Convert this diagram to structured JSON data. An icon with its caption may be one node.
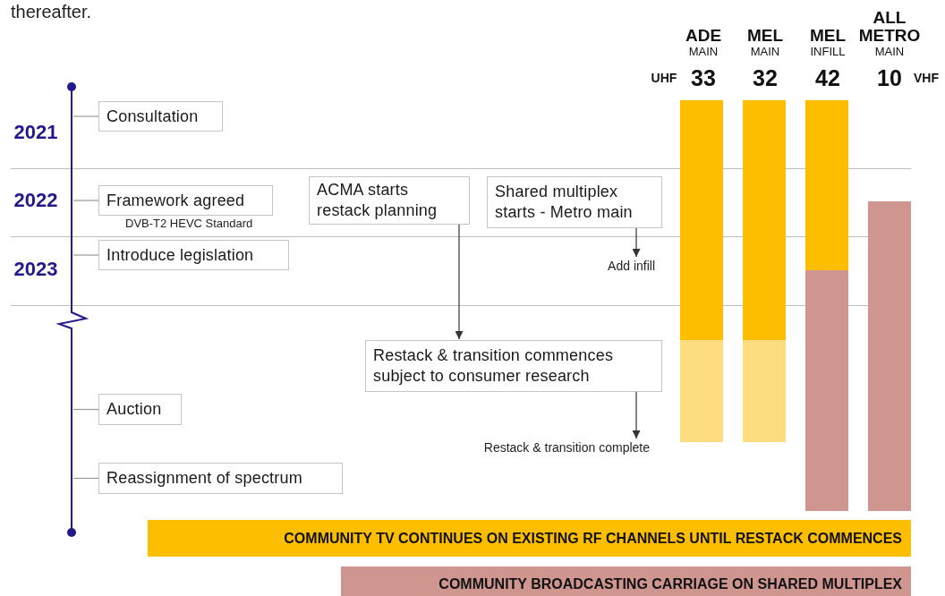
{
  "diagram": {
    "nodes": [
      {
        "text": [
          "Consultation"
        ]
      },
      {
        "text": [
          "Framework agreed"
        ],
        "beside": [
          "DVB-T2 HEVC Standard"
        ]
      },
      {
        "text": [
          "Introduce legislation"
        ]
      },
      {
        "text": [
          "Auction"
        ]
      },
      {
        "text": [
          "Reassignment of spectrum"
        ]
      },
      {
        "text": [
          "ACMA starts restack planning"
        ]
      },
      {
        "text": [
          "Shared multiplex starts - Metro main"
        ]
      },
      {
        "text": [
          "Restack & transition commences subject to consumer research"
        ]
      },
      {
        "text": [
          "Add infill"
        ]
      },
      {
        "text": [
          "Restack & transition complete"
        ]
      },
      {
        "text": [
          "COMMUNITY TV CONTINUES ON EXISTING RF CHANNELS UNTIL RESTACK COMMENCES"
        ]
      },
      {
        "text": [
          "COMMUNITY BROADCASTING CARRIAGE ON SHARED MULTIPLEX"
        ]
      },
      {
        "text": [],
        "shape": "bar"
      }
    ],
    "edges": [
      {
        "from": 12,
        "to": 0,
        "arrow": "none"
      },
      {
        "from": 12,
        "to": 1,
        "arrow": "none"
      },
      {
        "from": 12,
        "to": 2,
        "arrow": "none"
      },
      {
        "from": 12,
        "to": 3,
        "arrow": "none"
      },
      {
        "from": 12,
        "to": 4,
        "arrow": "none"
      },
      {
        "from": 5,
        "to": 7,
        "arrow": "to",
        "color": "#333333"
      },
      {
        "from": 6,
        "to": 8,
        "arrow": "to",
        "color": "#333333"
      },
      {
        "from": 7,
        "to": 9,
        "arrow": "to",
        "color": "#333333"
      }
    ],
    "labels": [
      "thereafter.",
      "ALL METRO",
      "ADE",
      "MEL",
      "MEL",
      "MAIN",
      "MAIN",
      "INFILL",
      "MAIN",
      "UHF",
      "33",
      "32",
      "42",
      "10",
      "VHF",
      "2021",
      "2022",
      "2023"
    ]
  }
}
